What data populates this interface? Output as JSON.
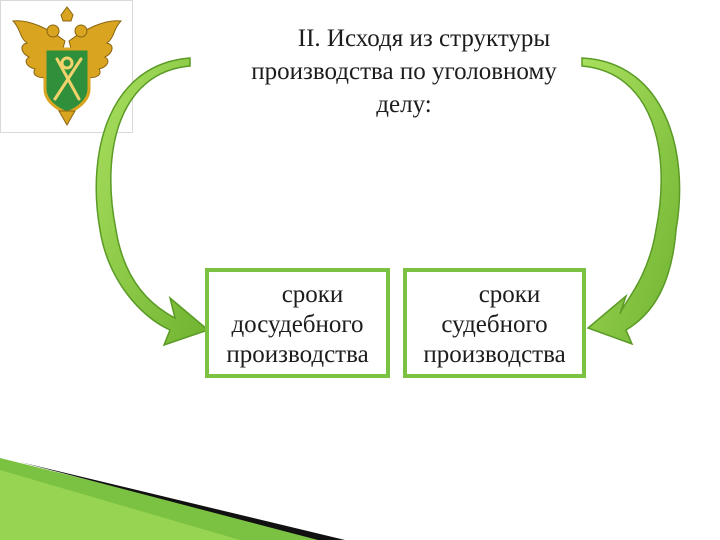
{
  "title": {
    "lines": [
      "II. Исходя из структуры",
      "производства по уголовному",
      "делу:"
    ]
  },
  "boxes": [
    {
      "lines": [
        "сроки",
        "досудебного",
        "производства"
      ]
    },
    {
      "lines": [
        "сроки",
        "судебного",
        "производства"
      ]
    }
  ],
  "colors": {
    "arrow_fill": "#8fd147",
    "arrow_dark": "#5a9a25",
    "box_border": "#7cc242",
    "emblem_green": "#2f8f3a",
    "emblem_gold": "#d9a521"
  },
  "icons": {
    "emblem": "double-headed-eagle-emblem",
    "left_arrow": "curved-arrow-left",
    "right_arrow": "curved-arrow-right"
  }
}
